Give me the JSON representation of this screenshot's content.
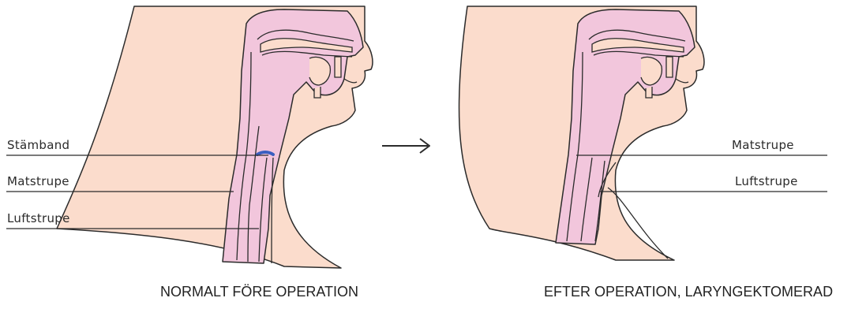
{
  "left_panel": {
    "labels": [
      "Stämband",
      "Matstrupe",
      "Luftstrupe"
    ],
    "caption": "NORMALT FÖRE OPERATION"
  },
  "right_panel": {
    "labels": [
      "Matstrupe",
      "Luftstrupe"
    ],
    "caption": "EFTER OPERATION, LARYNGEKTOMERAD"
  },
  "colors": {
    "skin": "#fbdccc",
    "airway": "#f2c6dc",
    "outline": "#2b2b2b",
    "vocal_cord": "#3a5fc0"
  }
}
